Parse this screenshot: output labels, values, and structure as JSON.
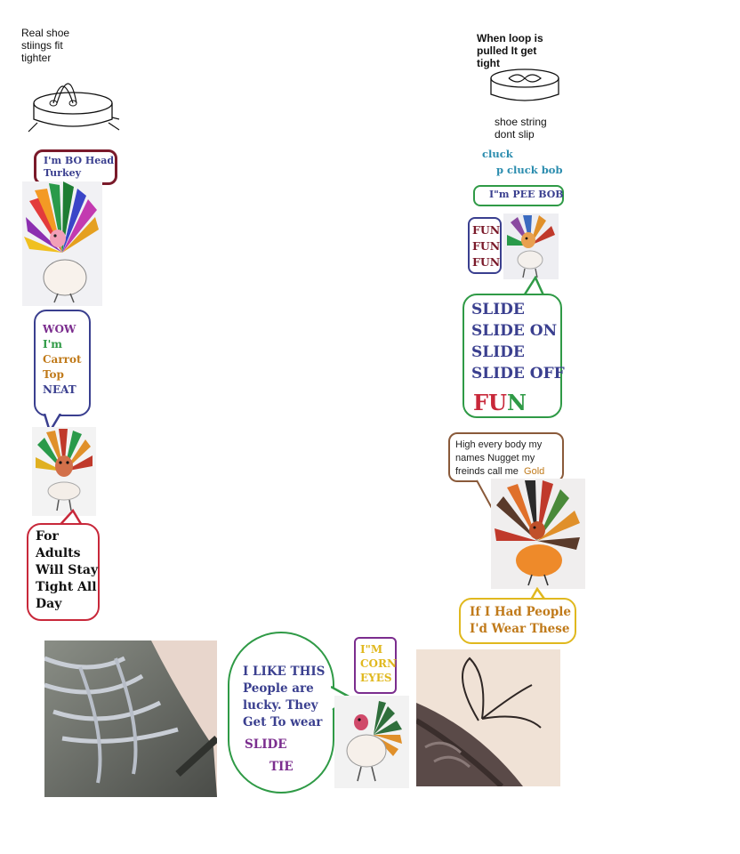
{
  "notes": {
    "left_diagram": [
      "Real shoe",
      "stiings fit",
      "tighter"
    ],
    "right_diagram": [
      "When loop is",
      "pulled It get",
      "tight"
    ],
    "right_diagram_sub": [
      "shoe string",
      "dont slip"
    ],
    "cluck1": "cluck",
    "cluck2": "p cluck bob"
  },
  "bubbles": {
    "bo_head": [
      "I'm BO Head",
      "Turkey"
    ],
    "wow": [
      "WOW",
      "I'm",
      "Carrot",
      "Top",
      "NEAT"
    ],
    "adults": [
      "For",
      "Adults",
      "Will Stay",
      "Tight All",
      "Day"
    ],
    "pee_bob": "I\"m PEE BOB",
    "fun3": [
      "FUN",
      "FUN",
      "FUN"
    ],
    "slide": [
      "SLIDE",
      "SLIDE ON",
      "SLIDE",
      "SLIDE OFF"
    ],
    "fun_big": {
      "fu": "FU",
      "n": "N"
    },
    "nugget": [
      "High every body my",
      "names  Nugget my"
    ],
    "nugget_last": {
      "text": "freinds call me",
      "gold": "Gold"
    },
    "people": [
      "If I Had People",
      "I'd Wear These"
    ],
    "like_this": [
      "I LIKE THIS",
      "People are",
      "lucky. They",
      "Get To wear"
    ],
    "like_slide": "SLIDE",
    "like_tie": "TIE",
    "corn": [
      "I\"M",
      "CORN",
      "EYES"
    ]
  },
  "colors": {
    "maroon": "#7a1a2a",
    "navy": "#3a3f8f",
    "green": "#2f9a46",
    "purple": "#7b2d8e",
    "orange_brown": "#c07a1a",
    "red": "#c8283a",
    "gold": "#e0b81e",
    "teal": "#2a8cae"
  }
}
